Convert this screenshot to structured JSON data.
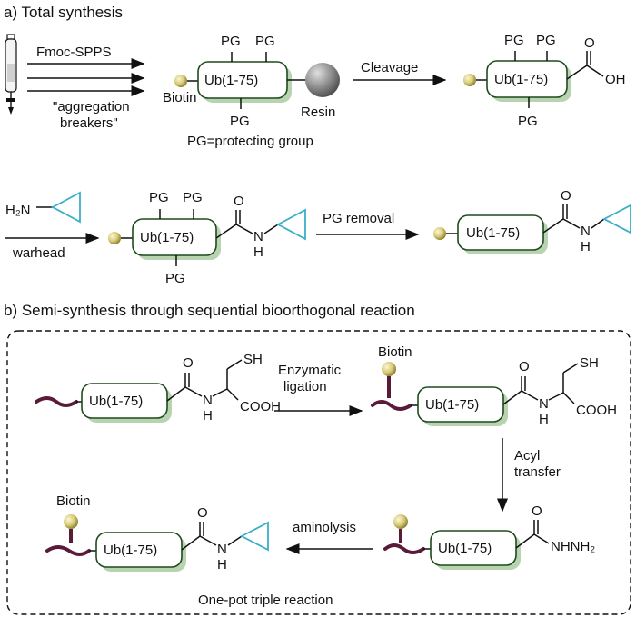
{
  "section_a": {
    "title": "a) Total synthesis",
    "fmoc": "Fmoc-SPPS",
    "aggregation_1": "\"aggregation",
    "aggregation_2": "breakers\"",
    "biotin": "Biotin",
    "resin": "Resin",
    "pg_note": "PG=protecting group",
    "cleavage": "Cleavage",
    "warhead": "warhead",
    "pg_removal": "PG removal",
    "amine_h2n": "H₂N"
  },
  "section_b": {
    "title": "b) Semi-synthesis through sequential bioorthogonal reaction",
    "enzymatic_1": "Enzymatic",
    "enzymatic_2": "ligation",
    "biotin": "Biotin",
    "acyl_1": "Acyl",
    "acyl_2": "transfer",
    "aminolysis": "aminolysis",
    "biotin_final": "Biotin",
    "one_pot": "One-pot  triple reaction"
  },
  "labels": {
    "ub": "Ub(1-75)",
    "pg": "PG",
    "o": "O",
    "oh": "OH",
    "h": "H",
    "n": "N",
    "sh": "SH",
    "cooh": "COOH",
    "nhnh2": "NHNH₂"
  }
}
